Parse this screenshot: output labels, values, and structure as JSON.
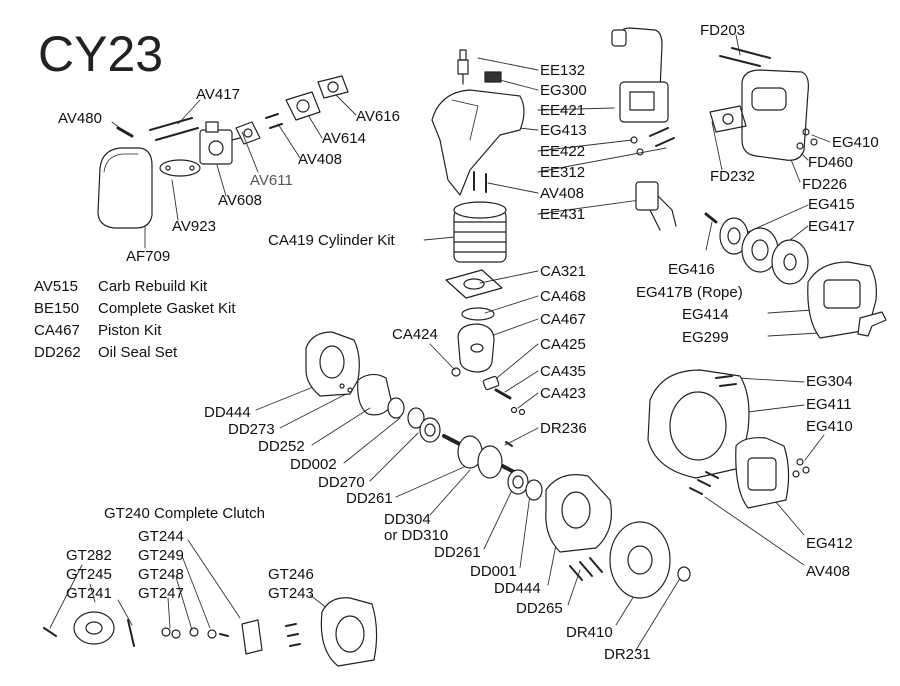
{
  "title": "CY23",
  "kits": [
    {
      "code": "AV515",
      "desc": "Carb Rebuild Kit"
    },
    {
      "code": "BE150",
      "desc": "Complete Gasket Kit"
    },
    {
      "code": "CA467",
      "desc": "Piston Kit"
    },
    {
      "code": "DD262",
      "desc": "Oil Seal Set"
    }
  ],
  "labels": {
    "av480": "AV480",
    "av417": "AV417",
    "av616": "AV616",
    "av614": "AV614",
    "av408a": "AV408",
    "av611": "AV611",
    "av608": "AV608",
    "av923": "AV923",
    "af709": "AF709",
    "ee132": "EE132",
    "eg300": "EG300",
    "ee421": "EE421",
    "eg413": "EG413",
    "ee422": "EE422",
    "ee312": "EE312",
    "av408b": "AV408",
    "ee431": "EE431",
    "fd203": "FD203",
    "eg410a": "EG410",
    "fd460": "FD460",
    "fd232": "FD232",
    "fd226": "FD226",
    "eg415": "EG415",
    "eg417": "EG417",
    "eg416": "EG416",
    "eg417b": "EG417B (Rope)",
    "eg414": "EG414",
    "eg299": "EG299",
    "ca419": "CA419  Cylinder Kit",
    "ca321": "CA321",
    "ca468": "CA468",
    "ca467": "CA467",
    "ca424": "CA424",
    "ca425": "CA425",
    "ca435": "CA435",
    "ca423": "CA423",
    "dd444a": "DD444",
    "dd273": "DD273",
    "dd252": "DD252",
    "dd002": "DD002",
    "dd270": "DD270",
    "dd261a": "DD261",
    "dr236": "DR236",
    "dd304": "DD304",
    "dd310": "or DD310",
    "dd261b": "DD261",
    "dd001": "DD001",
    "dd444b": "DD444",
    "dd265": "DD265",
    "dr410": "DR410",
    "dr231": "DR231",
    "eg304": "EG304",
    "eg411": "EG411",
    "eg410b": "EG410",
    "eg412": "EG412",
    "av408c": "AV408",
    "gt240": "GT240  Complete Clutch",
    "gt244": "GT244",
    "gt249": "GT249",
    "gt248": "GT248",
    "gt247": "GT247",
    "gt282": "GT282",
    "gt245": "GT245",
    "gt241": "GT241",
    "gt246": "GT246",
    "gt243": "GT243"
  }
}
